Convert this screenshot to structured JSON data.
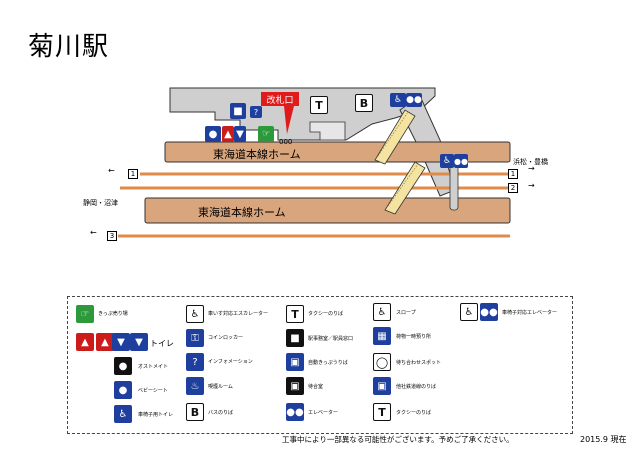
{
  "station": {
    "title": "菊川駅"
  },
  "map": {
    "ticket_gate": "改札口",
    "taxi_letter": "T",
    "bus_letter": "B",
    "gate_code": "000",
    "platform_1": "東海道本線ホーム",
    "platform_2": "東海道本線ホーム",
    "track_1": "1",
    "track_2": "2",
    "track_3": "3",
    "dir_right": "浜松・豊橋",
    "dir_left": "静岡・沼津",
    "arrow_left": "←",
    "arrow_right": "→"
  },
  "legend": {
    "ticket_machine": "きっぷ売り場",
    "toilet": "トイレ",
    "ostomate": "オストメイト",
    "baby_sheet": "ベビーシート",
    "wheelchair_toilet": "車椅子用トイレ",
    "escalator": "車いす対応エスカレーター",
    "coin_locker": "コインロッカー",
    "information": "インフォメーション",
    "smoking_room": "喫煙ルーム",
    "bus_stop": "バスのりば",
    "taxi_stop": "タクシーのりば",
    "station_office": "駅事務室／駅員窓口",
    "auto_ticket": "自動きっぷうりば",
    "waiting_room": "待合室",
    "elevator": "エレベーター",
    "slope": "スロープ",
    "luggage": "荷物一時預り所",
    "meeting_spot": "待ち合わせスポット",
    "other_railway": "他社鉄道線のりば",
    "taxi_stop_2": "タクシーのりば",
    "wheelchair_elevator": "車椅子対応エレベーター",
    "bus_letter": "B",
    "taxi_letter": "T"
  },
  "footer": {
    "notice": "工事中により一部異なる可能性がございます。予めご了承ください。",
    "date": "2015.9 現在"
  },
  "colors": {
    "platform": "#d9a57c",
    "concourse": "#cfcfcf",
    "track": "#e08b4a",
    "gate_red": "#e01b1b",
    "icon_blue": "#1f3f9e"
  }
}
